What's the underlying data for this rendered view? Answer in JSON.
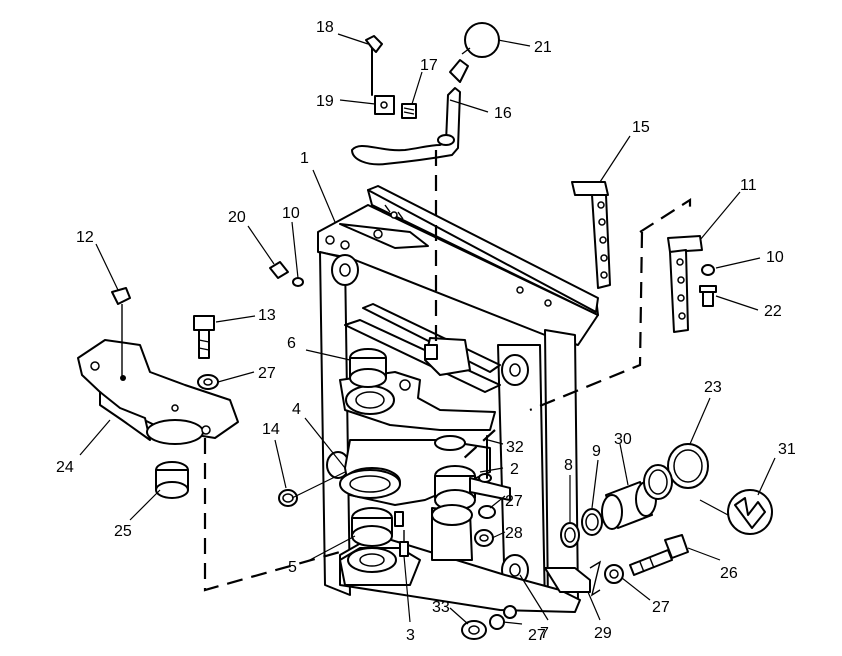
{
  "diagram": {
    "callouts": [
      {
        "id": "c1",
        "label": "1"
      },
      {
        "id": "c2",
        "label": "2"
      },
      {
        "id": "c3",
        "label": "3"
      },
      {
        "id": "c4",
        "label": "4"
      },
      {
        "id": "c5",
        "label": "5"
      },
      {
        "id": "c6",
        "label": "6"
      },
      {
        "id": "c7",
        "label": "7"
      },
      {
        "id": "c8",
        "label": "8"
      },
      {
        "id": "c9",
        "label": "9"
      },
      {
        "id": "c10a",
        "label": "10"
      },
      {
        "id": "c10b",
        "label": "10"
      },
      {
        "id": "c11",
        "label": "11"
      },
      {
        "id": "c12",
        "label": "12"
      },
      {
        "id": "c13",
        "label": "13"
      },
      {
        "id": "c14",
        "label": "14"
      },
      {
        "id": "c15",
        "label": "15"
      },
      {
        "id": "c16",
        "label": "16"
      },
      {
        "id": "c17",
        "label": "17"
      },
      {
        "id": "c18",
        "label": "18"
      },
      {
        "id": "c19",
        "label": "19"
      },
      {
        "id": "c20",
        "label": "20"
      },
      {
        "id": "c21",
        "label": "21"
      },
      {
        "id": "c22",
        "label": "22"
      },
      {
        "id": "c23",
        "label": "23"
      },
      {
        "id": "c24",
        "label": "24"
      },
      {
        "id": "c25",
        "label": "25"
      },
      {
        "id": "c26",
        "label": "26"
      },
      {
        "id": "c27a",
        "label": "27"
      },
      {
        "id": "c27b",
        "label": "27"
      },
      {
        "id": "c27c",
        "label": "27"
      },
      {
        "id": "c27d",
        "label": "27"
      },
      {
        "id": "c28",
        "label": "28"
      },
      {
        "id": "c29",
        "label": "29"
      },
      {
        "id": "c30",
        "label": "30"
      },
      {
        "id": "c31",
        "label": "31"
      },
      {
        "id": "c32",
        "label": "32"
      },
      {
        "id": "c33",
        "label": "33"
      }
    ]
  }
}
